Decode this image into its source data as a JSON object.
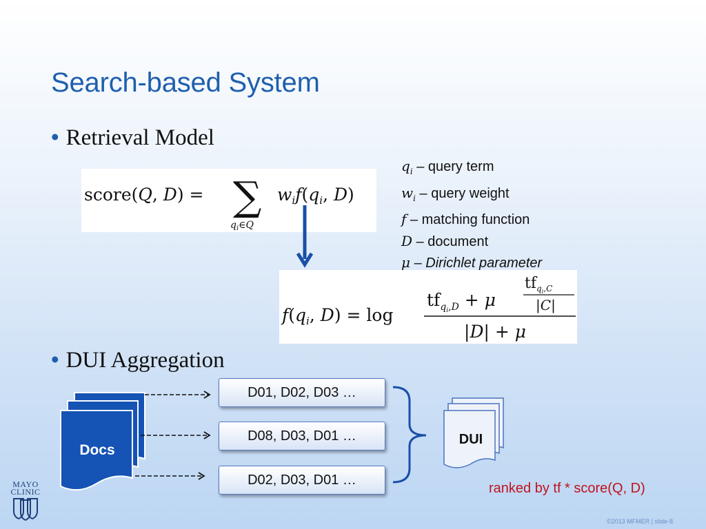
{
  "slide": {
    "title": "Search-based System",
    "bullet1": "Retrieval Model",
    "bullet2": "DUI Aggregation"
  },
  "formulas": {
    "score": {
      "lhs": "score(Q, D) =",
      "sum_symbol": "∑",
      "subscript": "qi∈Q",
      "body": "wi f(qi, D)"
    },
    "f": {
      "lhs": "f(qi, D) = log",
      "numerator_left": "tfqi,D + μ",
      "inner_numerator": "tfqi,C",
      "inner_denominator": "|C|",
      "denominator": "|D| + μ"
    }
  },
  "legend": [
    {
      "symbol": "qi",
      "sub": "i",
      "text": "– query term",
      "italic": false
    },
    {
      "symbol": "wi",
      "sub": "i",
      "text": "– query weight",
      "italic": false
    },
    {
      "symbol": "f",
      "sub": "",
      "text": "– matching function",
      "italic": false
    },
    {
      "symbol": "D",
      "sub": "",
      "text": "– document",
      "italic": false
    },
    {
      "symbol": "μ",
      "sub": "",
      "text": "– Dirichlet parameter",
      "italic": true
    }
  ],
  "diagram": {
    "docs_label": "Docs",
    "dui_label": "DUI",
    "results": [
      "D01, D02, D03 …",
      "D08, D03, D01 …",
      "D02, D03, D01 …"
    ],
    "ranked_text": "ranked by tf * score(Q, D)"
  },
  "footer": "©2013 MFMER  |  slide-8",
  "logo": {
    "line1": "MAYO",
    "line2": "CLINIC"
  },
  "colors": {
    "title": "#1f5fae",
    "accent_blue": "#1a4fa8",
    "docs_fill": "#1553b4",
    "ranked_red": "#c0121c"
  }
}
